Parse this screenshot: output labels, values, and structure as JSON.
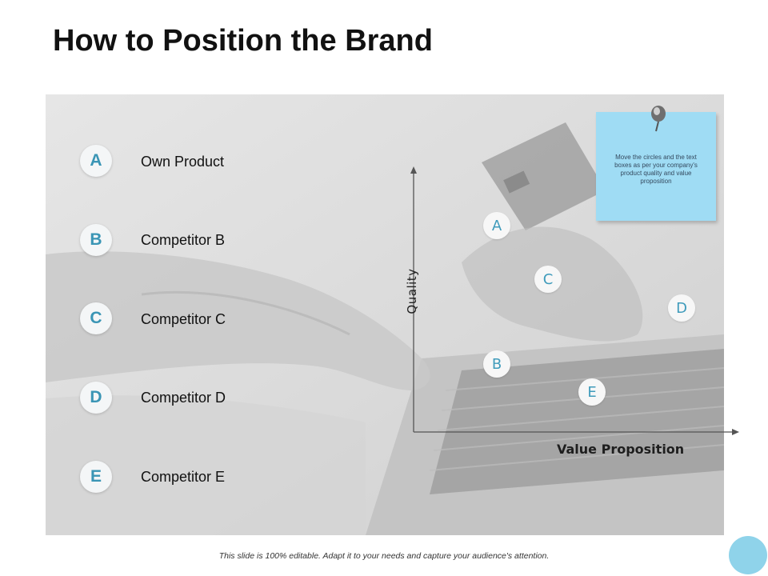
{
  "slide": {
    "title": "How to Position the Brand",
    "footer": "This slide is 100% editable. Adapt it to your needs and capture your audience's attention."
  },
  "legend": [
    {
      "letter": "A",
      "label": "Own Product"
    },
    {
      "letter": "B",
      "label": "Competitor B"
    },
    {
      "letter": "C",
      "label": "Competitor C"
    },
    {
      "letter": "D",
      "label": "Competitor D"
    },
    {
      "letter": "E",
      "label": "Competitor E"
    }
  ],
  "matrix": {
    "y_label": "Quality",
    "x_label": "Value Proposition",
    "points": [
      {
        "letter": "A"
      },
      {
        "letter": "C"
      },
      {
        "letter": "D"
      },
      {
        "letter": "B"
      },
      {
        "letter": "E"
      }
    ]
  },
  "note": {
    "text": "Move the circles and the text boxes as per your company's product quality and value proposition",
    "icon": "pushpin-icon"
  },
  "colors": {
    "accent": "#3a95b5",
    "sticky": "#9fdcf4",
    "corner_dot": "#8fd3ea"
  }
}
